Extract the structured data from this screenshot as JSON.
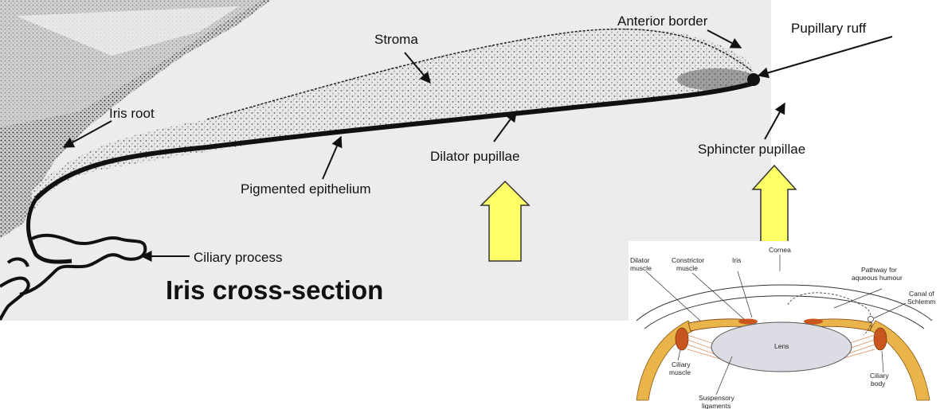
{
  "histology": {
    "title": "Iris cross-section",
    "labels": {
      "stroma": "Stroma",
      "anterior_border": "Anterior border",
      "pupillary_ruff": "Pupillary ruff",
      "iris_root": "Iris root",
      "dilator_pupillae": "Dilator pupillae",
      "sphincter_pupillae": "Sphincter pupillae",
      "pigmented_epithelium": "Pigmented epithelium",
      "ciliary_process": "Ciliary process"
    },
    "arrow_color": "#ffff66"
  },
  "eye_diagram": {
    "labels": {
      "cornea": "Cornea",
      "dilator_muscle": [
        "Dilator",
        "muscle"
      ],
      "constrictor_muscle": [
        "Constrictor",
        "muscle"
      ],
      "iris": "Iris",
      "pathway": [
        "Pathway for",
        "aqueous humour"
      ],
      "canal": [
        "Canal of",
        "Schlemm"
      ],
      "lens": "Lens",
      "ciliary_muscle": [
        "Ciliary",
        "muscle"
      ],
      "ciliary_body": [
        "Ciliary",
        "body"
      ],
      "suspensory": [
        "Suspensory",
        "ligaments"
      ]
    },
    "colors": {
      "sclera": "#e9b54a",
      "muscle": "#c8561e",
      "lens": "#dcdce4"
    }
  }
}
